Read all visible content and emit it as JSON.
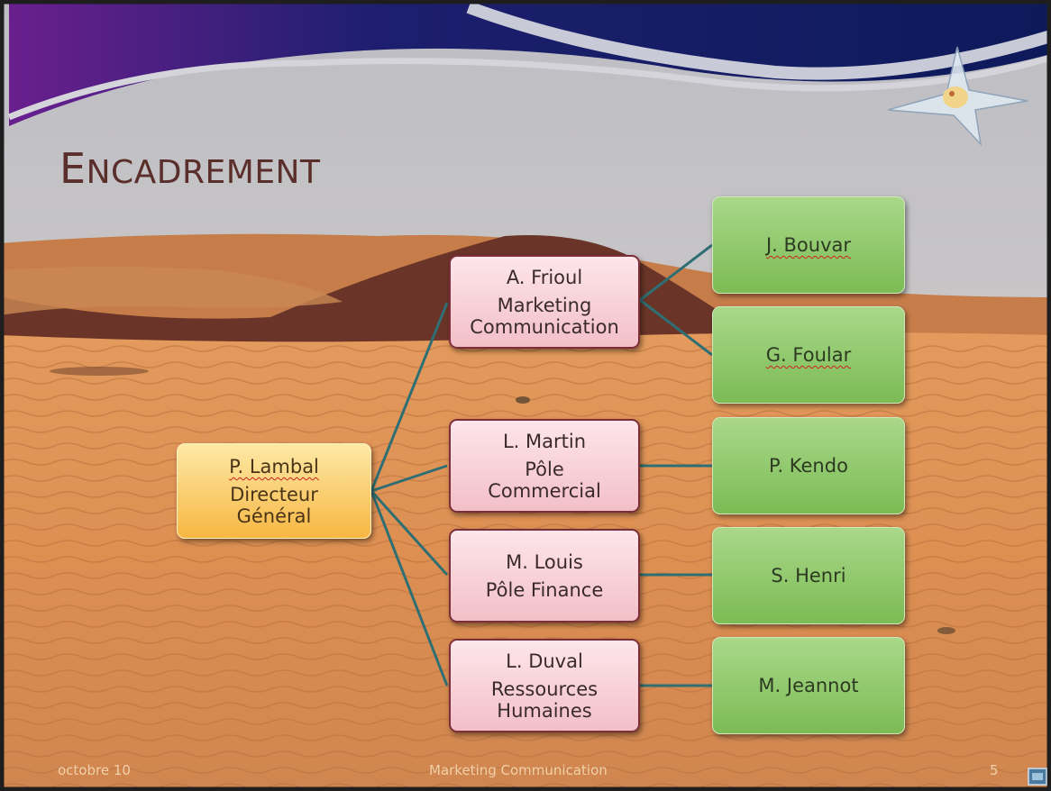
{
  "slide": {
    "title": "Encadrement",
    "footer_date": "octobre 10",
    "footer_center": "Marketing Communication",
    "page_number": "5"
  },
  "org": {
    "root": {
      "name": "P. Lambal",
      "role": "Directeur Général"
    },
    "departments": [
      {
        "name": "A. Frioul",
        "role": "Marketing Communication",
        "reports": [
          "J. Bouvar",
          "G. Foular"
        ]
      },
      {
        "name": "L. Martin",
        "role": "Pôle Commercial",
        "reports": [
          "P. Kendo"
        ]
      },
      {
        "name": "M. Louis",
        "role": "Pôle Finance",
        "reports": [
          "S. Henri"
        ]
      },
      {
        "name": "L. Duval",
        "role": "Ressources Humaines",
        "reports": [
          "M. Jeannot"
        ]
      }
    ]
  },
  "colors": {
    "connector": "#2f6f73",
    "title": "#5a2e2a",
    "mid_border": "#7c2f38"
  }
}
